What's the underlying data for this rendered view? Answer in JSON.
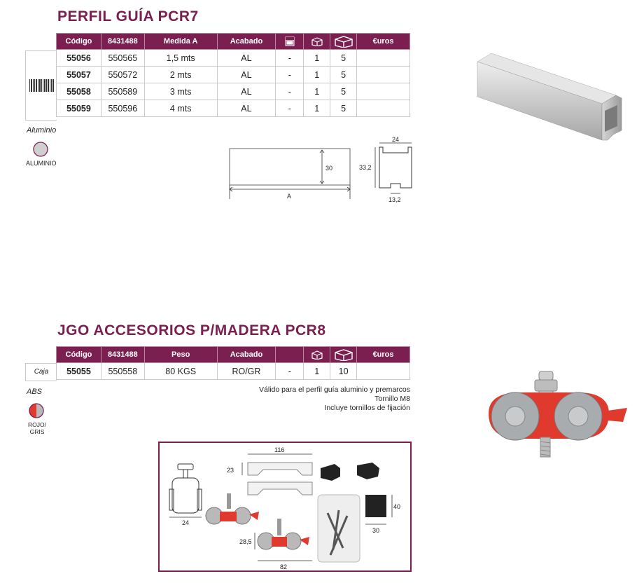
{
  "section1": {
    "title": "PERFIL GUÍA PCR7",
    "headers": [
      "Código",
      "8431488",
      "Medida A",
      "Acabado",
      "€uros"
    ],
    "icons": [
      "oven-icon",
      "box-icon",
      "carton-box-icon"
    ],
    "rows": [
      {
        "codigo": "55056",
        "ean": "550565",
        "medida": "1,5 mts",
        "acabado": "AL",
        "col_a": "-",
        "col_b": "1",
        "col_c": "5",
        "euros": ""
      },
      {
        "codigo": "55057",
        "ean": "550572",
        "medida": "2 mts",
        "acabado": "AL",
        "col_a": "-",
        "col_b": "1",
        "col_c": "5",
        "euros": ""
      },
      {
        "codigo": "55058",
        "ean": "550589",
        "medida": "3 mts",
        "acabado": "AL",
        "col_a": "-",
        "col_b": "1",
        "col_c": "5",
        "euros": ""
      },
      {
        "codigo": "55059",
        "ean": "550596",
        "medida": "4 mts",
        "acabado": "AL",
        "col_a": "-",
        "col_b": "1",
        "col_c": "5",
        "euros": ""
      }
    ],
    "material": "Aluminio",
    "swatch_label": "ALUMINIO",
    "swatch_color": "#cfcfcf",
    "diagram": {
      "height": "30",
      "length": "A",
      "width_top": "24",
      "height_side": "33,2",
      "width_bottom": "13,2"
    }
  },
  "section2": {
    "title": "JGO ACCESORIOS P/MADERA PCR8",
    "headers": [
      "Código",
      "8431488",
      "Peso",
      "Acabado",
      "€uros"
    ],
    "row_label": "Caja",
    "rows": [
      {
        "codigo": "55055",
        "ean": "550558",
        "peso": "80 KGS",
        "acabado": "RO/GR",
        "col_a": "-",
        "col_b": "1",
        "col_c": "10",
        "euros": ""
      }
    ],
    "material": "ABS",
    "swatch_label_1": "ROJO/",
    "swatch_label_2": "GRIS",
    "swatch_colors": [
      "#e03a2e",
      "#b9b9b9"
    ],
    "notes": [
      "Válido para el perfil guía aluminio y premarcos",
      "Tornillo M8",
      "Incluye tornillos de fijación"
    ],
    "diagram": {
      "bracket_width": "116",
      "bracket_height": "23",
      "wheel_width": "24",
      "plate_height": "40",
      "plate_width": "30",
      "assembly_height": "28,5",
      "assembly_width": "82"
    }
  },
  "colors": {
    "brand": "#7a1f4f",
    "accent_red": "#e03a2e"
  }
}
